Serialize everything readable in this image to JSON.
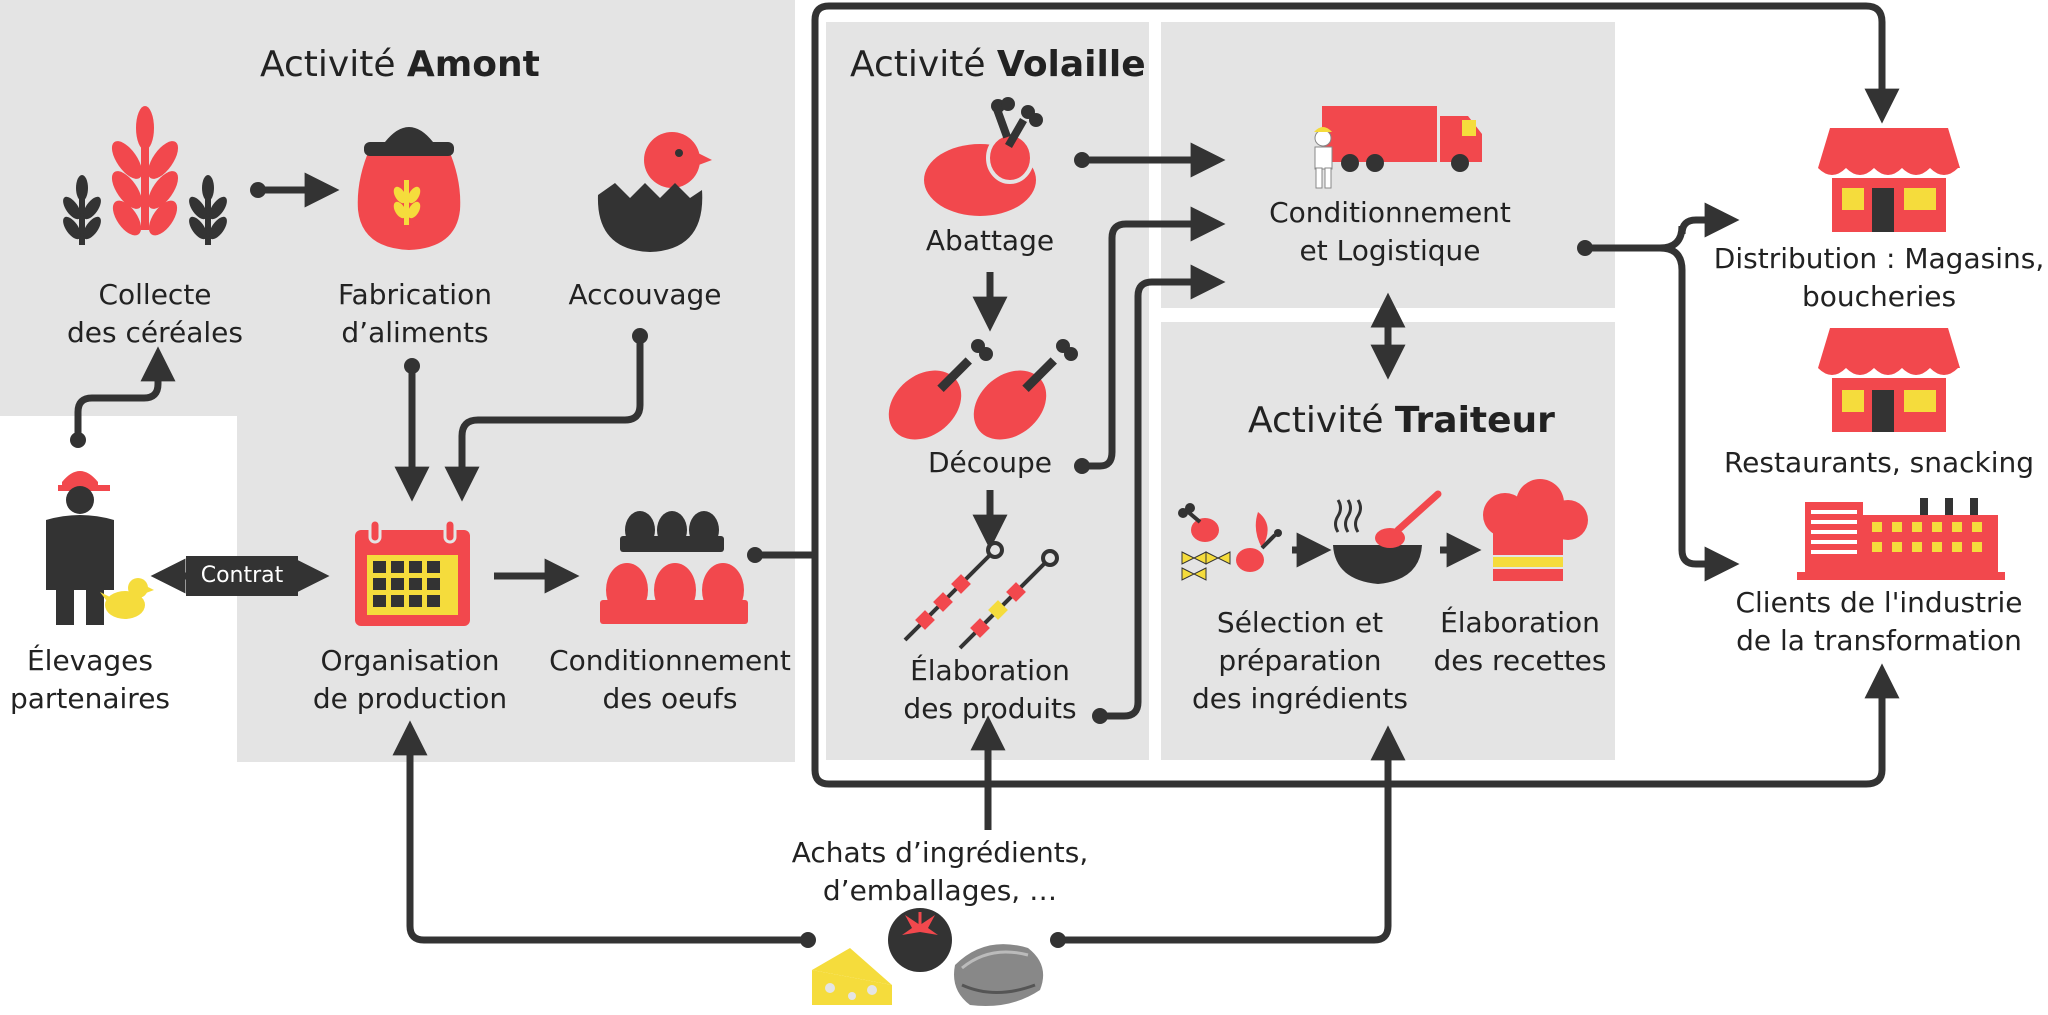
{
  "colors": {
    "red": "#f2484d",
    "dark": "#333333",
    "yellow": "#f5dc3c",
    "panel": "#e4e4e4"
  },
  "sections": {
    "amont": {
      "prefix": "Activité ",
      "bold": "Amont"
    },
    "volaille": {
      "prefix": "Activité ",
      "bold": "Volaille"
    },
    "traiteur": {
      "prefix": "Activité ",
      "bold": "Traiteur"
    }
  },
  "labels": {
    "collecte": "Collecte\ndes céréales",
    "fabrication": "Fabrication\nd’aliments",
    "accouvage": "Accouvage",
    "elevages": "Élevages\npartenaires",
    "contrat": "Contrat",
    "organisation": "Organisation\nde production",
    "conditionnement_oeufs": "Conditionnement\ndes oeufs",
    "abattage": "Abattage",
    "decoupe": "Découpe",
    "elaboration_produits": "Élaboration\ndes produits",
    "conditionnement_logistique": "Conditionnement\net Logistique",
    "selection": "Sélection et\npréparation\ndes ingrédients",
    "elaboration_recettes": "Élaboration\ndes recettes",
    "distribution": "Distribution : Magasins,\nboucheries",
    "restaurants": "Restaurants, snacking",
    "clients": "Clients de l'industrie\nde la transformation",
    "achats": "Achats d’ingrédients,\nd’emballages, …"
  },
  "icons": [
    "wheat-icon",
    "feed-sack-icon",
    "hatching-chick-icon",
    "farmer-icon",
    "chick-icon",
    "calendar-icon",
    "egg-tray-icon",
    "roast-chicken-icon",
    "drumstick-icon",
    "skewer-icon",
    "delivery-truck-icon",
    "ingredients-icon",
    "soup-bowl-icon",
    "chef-hat-icon",
    "shop-icon",
    "factory-icon",
    "cheese-icon",
    "tomato-icon",
    "packaging-icon"
  ]
}
